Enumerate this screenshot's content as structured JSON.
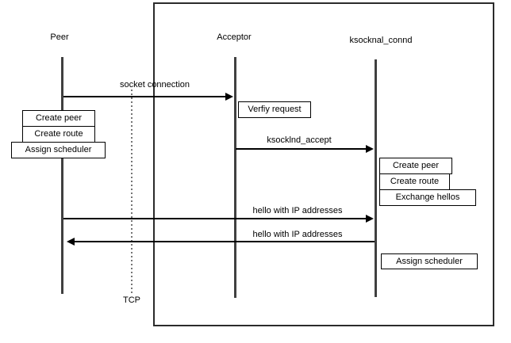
{
  "diagram": {
    "type": "sequence-diagram",
    "actors": [
      {
        "name": "Peer"
      },
      {
        "name": "Acceptor"
      },
      {
        "name": "ksocknal_connd"
      }
    ],
    "messages": [
      {
        "label": "socket connection",
        "from": "Peer",
        "to": "Acceptor",
        "direction": "right"
      },
      {
        "label": "ksocklnd_accept",
        "from": "Acceptor",
        "to": "ksocknal_connd",
        "direction": "right"
      },
      {
        "label": "hello with IP addresses",
        "from": "Peer",
        "to": "ksocknal_connd",
        "direction": "right"
      },
      {
        "label": "hello with IP addresses",
        "from": "ksocknal_connd",
        "to": "Peer",
        "direction": "left"
      }
    ],
    "actions": {
      "peer": [
        "Create peer",
        "Create route",
        "Assign scheduler"
      ],
      "acceptor": [
        "Verfiy request"
      ],
      "ksocknal_connd": [
        "Create peer",
        "Create route",
        "Exchange hellos",
        "Assign scheduler"
      ]
    },
    "boundary_label": "TCP",
    "colors": {
      "background": "#ffffff",
      "frame_border": "#2b2b2b",
      "lifeline": "#404040",
      "arrow": "#000000",
      "box_border": "#000000",
      "dotted_line": "#757575",
      "text": "#000000"
    }
  }
}
